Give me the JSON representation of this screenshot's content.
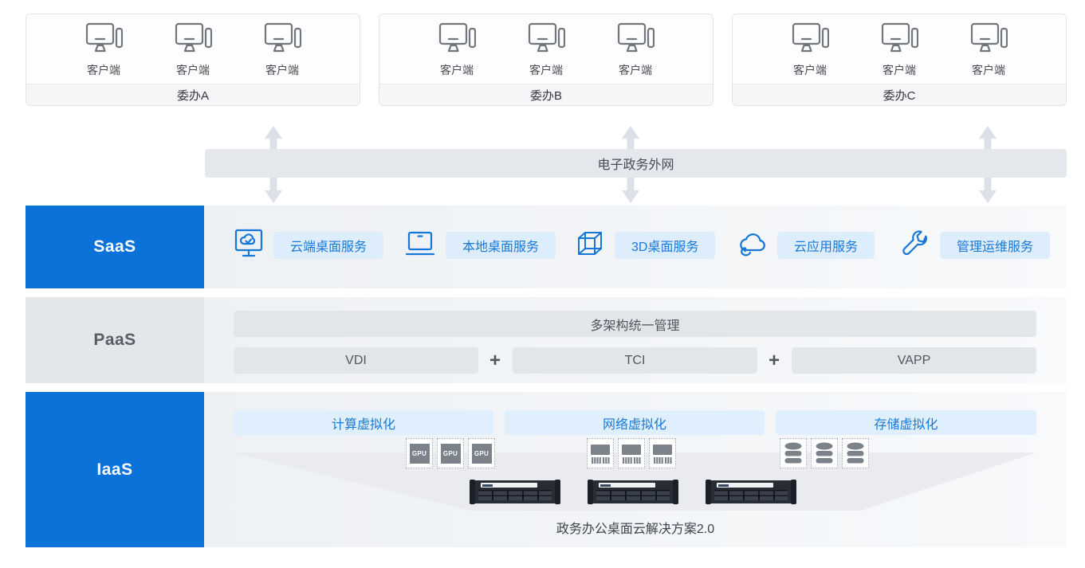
{
  "client_groups": [
    {
      "label": "委办A",
      "clients": [
        {
          "label": "客户端"
        },
        {
          "label": "客户端"
        },
        {
          "label": "客户端"
        }
      ]
    },
    {
      "label": "委办B",
      "clients": [
        {
          "label": "客户端"
        },
        {
          "label": "客户端"
        },
        {
          "label": "客户端"
        }
      ]
    },
    {
      "label": "委办C",
      "clients": [
        {
          "label": "客户端"
        },
        {
          "label": "客户端"
        },
        {
          "label": "客户端"
        }
      ]
    }
  ],
  "network": {
    "label": "电子政务外网"
  },
  "saas": {
    "label": "SaaS",
    "services": [
      {
        "icon": "cloud-desktop-icon",
        "label": "云端桌面服务"
      },
      {
        "icon": "laptop-icon",
        "label": "本地桌面服务"
      },
      {
        "icon": "cube-3d-icon",
        "label": "3D桌面服务"
      },
      {
        "icon": "cloud-app-icon",
        "label": "云应用服务"
      },
      {
        "icon": "wrench-icon",
        "label": "管理运维服务"
      }
    ]
  },
  "paas": {
    "label": "PaaS",
    "management_bar": "多架构统一管理",
    "plus": "+",
    "architectures": [
      "VDI",
      "TCI",
      "VAPP"
    ]
  },
  "iaas": {
    "label": "IaaS",
    "virtualizations": [
      "计算虚拟化",
      "网络虚拟化",
      "存储虚拟化"
    ],
    "gpu_label": "GPU",
    "caption": "政务办公桌面云解决方案2.0"
  },
  "colors": {
    "primary_blue": "#0b72d9",
    "service_pill_bg": "#ddedfb",
    "blue_text": "#1978d8",
    "paas_bar_gray": "#e3e6e9",
    "network_bar_gray": "#e4e8ec",
    "funnel_gray": "#e9ebee",
    "arrow_gray": "#dce1e7"
  }
}
